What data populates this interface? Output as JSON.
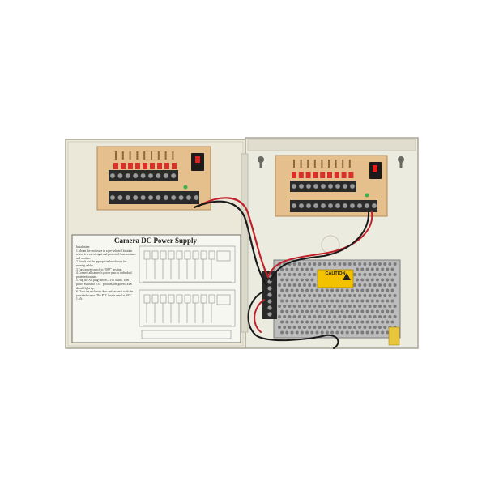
{
  "product": {
    "label_title": "Camera DC Power Supply",
    "instructions": [
      "Installation:",
      "1.Mount the enclosure in a pre-selected location where it is out of sight and protected from moisture and weather.",
      "2.Knock out the appropriate knock-outs for running cables.",
      "3.Turn power switch to \"OFF\" position.",
      "4.Connect all camera's power pass to individual protected outputs.",
      "5.Plug the AC plug into AC115V outlet. Turn power switch to \"ON\" position, the green LEDs should light up.",
      "6.Close the enclosure door and secure it with the provided screws. The PTC fuse is rated at 90°C 1.5A."
    ],
    "caution_label": "CAUTION"
  },
  "colors": {
    "enclosure": "#ece9dc",
    "enclosure_edge": "#b9b6a6",
    "board": "#e8c38e",
    "terminal": "#2b2b2b",
    "fuse": "#d9302b",
    "caution": "#f2c200",
    "wire_red": "#c0202a",
    "wire_black": "#1a1a1a"
  }
}
